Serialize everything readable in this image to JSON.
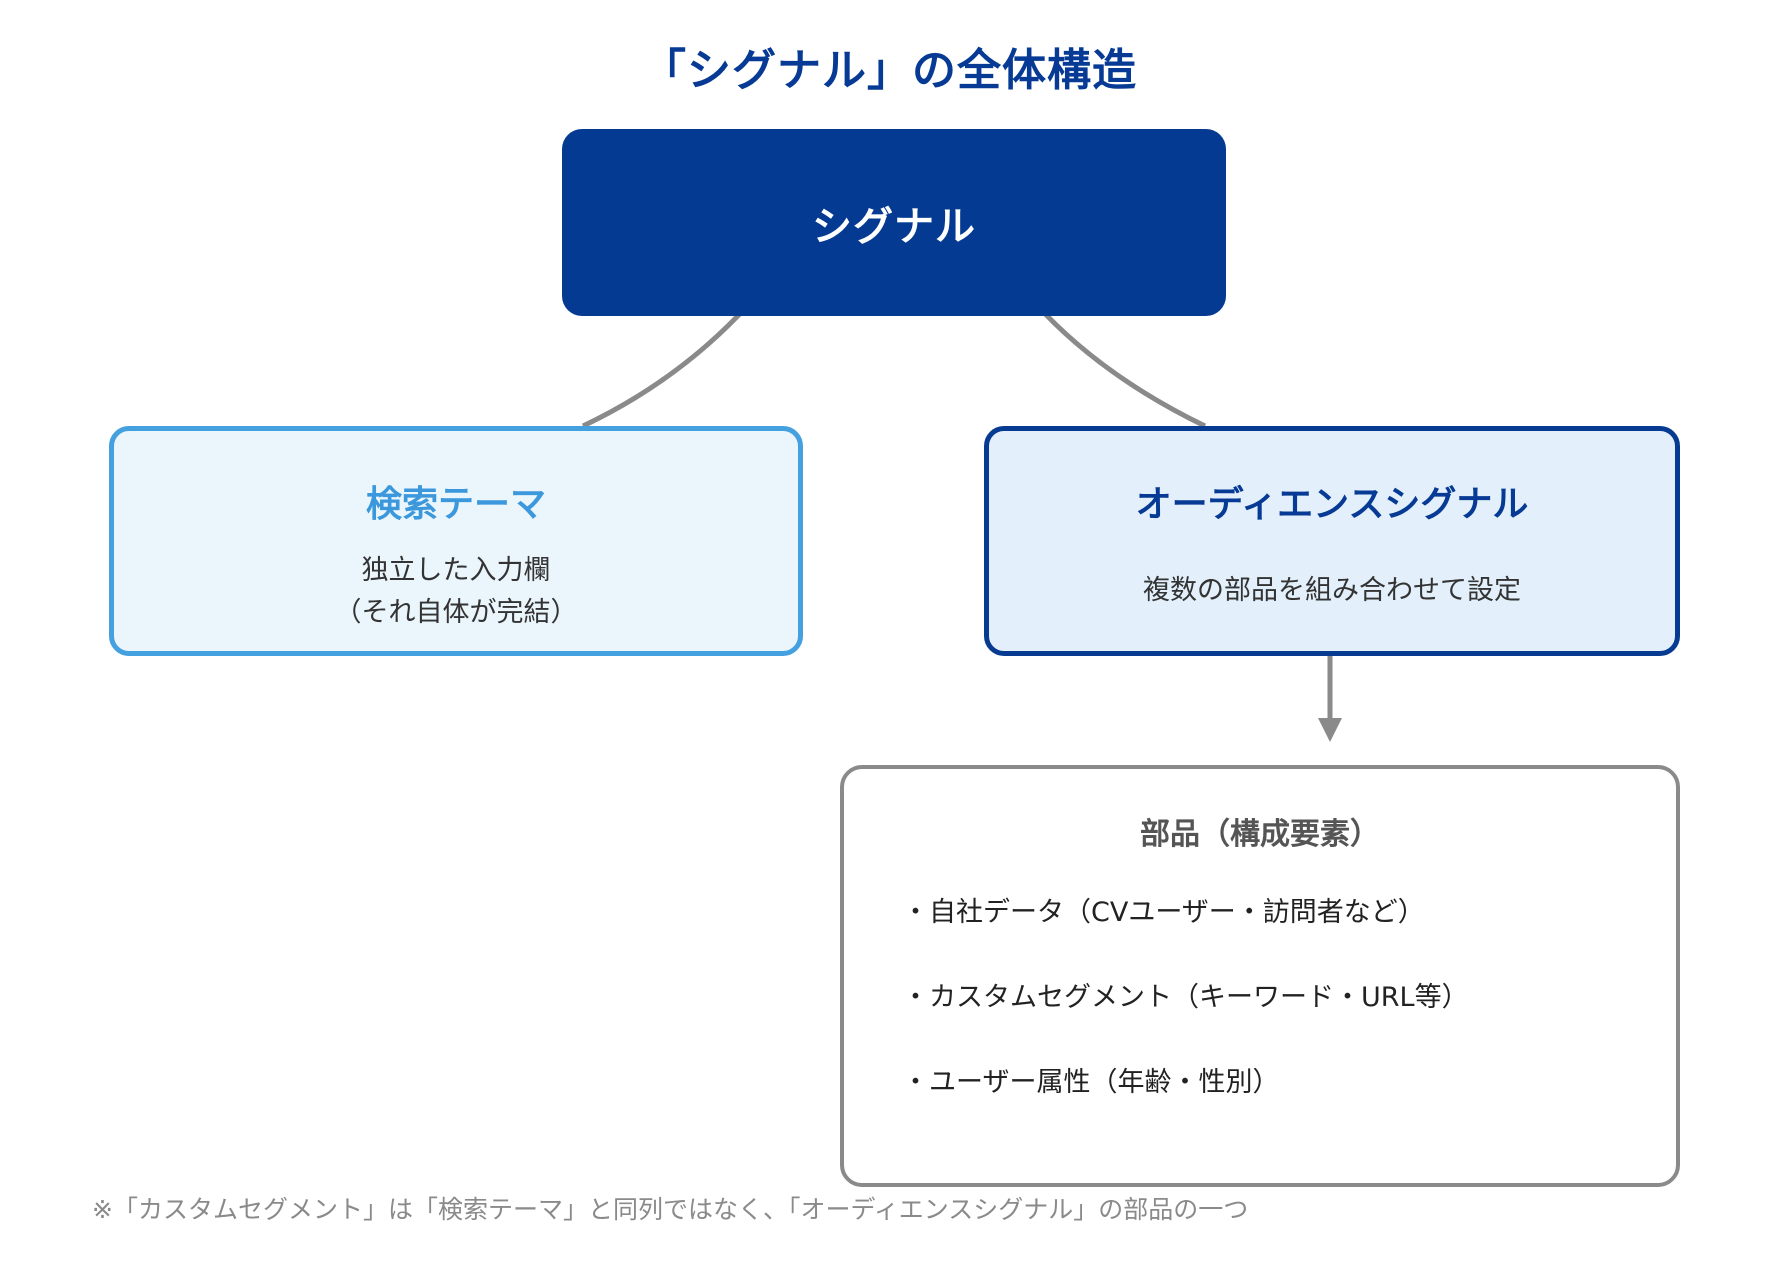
{
  "title": "「シグナル」の全体構造",
  "root": {
    "label": "シグナル"
  },
  "left": {
    "title": "検索テーマ",
    "desc_line1": "独立した入力欄",
    "desc_line2": "（それ自体が完結）"
  },
  "right": {
    "title": "オーディエンスシグナル",
    "desc": "複数の部品を組み合わせて設定"
  },
  "parts": {
    "title": "部品（構成要素）",
    "items": [
      "・自社データ（CVユーザー・訪問者など）",
      "・カスタムセグメント（キーワード・URL等）",
      "・ユーザー属性（年齢・性別）"
    ]
  },
  "footnote": "※「カスタムセグメント」は「検索テーマ」と同列ではなく、「オーディエンスシグナル」の部品の一つ",
  "colors": {
    "primary": "#053a92",
    "accent_light_blue": "#44a0de",
    "connector_gray": "#8a8a8a"
  }
}
